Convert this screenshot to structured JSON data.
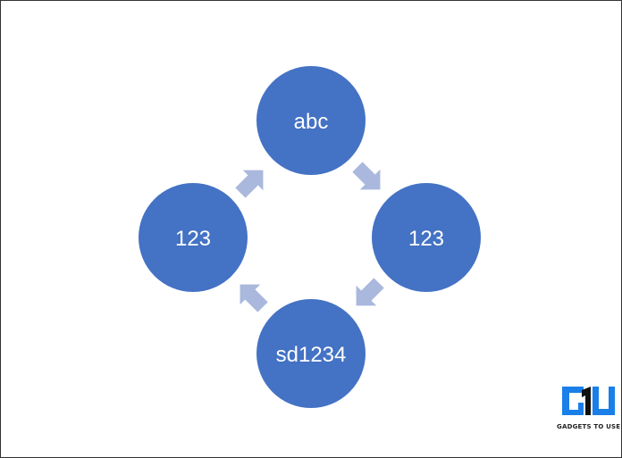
{
  "diagram": {
    "type": "cycle",
    "nodes": [
      {
        "label": "abc"
      },
      {
        "label": "123"
      },
      {
        "label": "sd1234"
      },
      {
        "label": "123"
      }
    ],
    "colors": {
      "node": "#4472c4",
      "arrow": "#a9b8dc",
      "text": "#ffffff"
    }
  },
  "watermark": {
    "text": "GADGETS TO USE",
    "colors": {
      "blue": "#1a7fe8",
      "black": "#111111"
    }
  }
}
